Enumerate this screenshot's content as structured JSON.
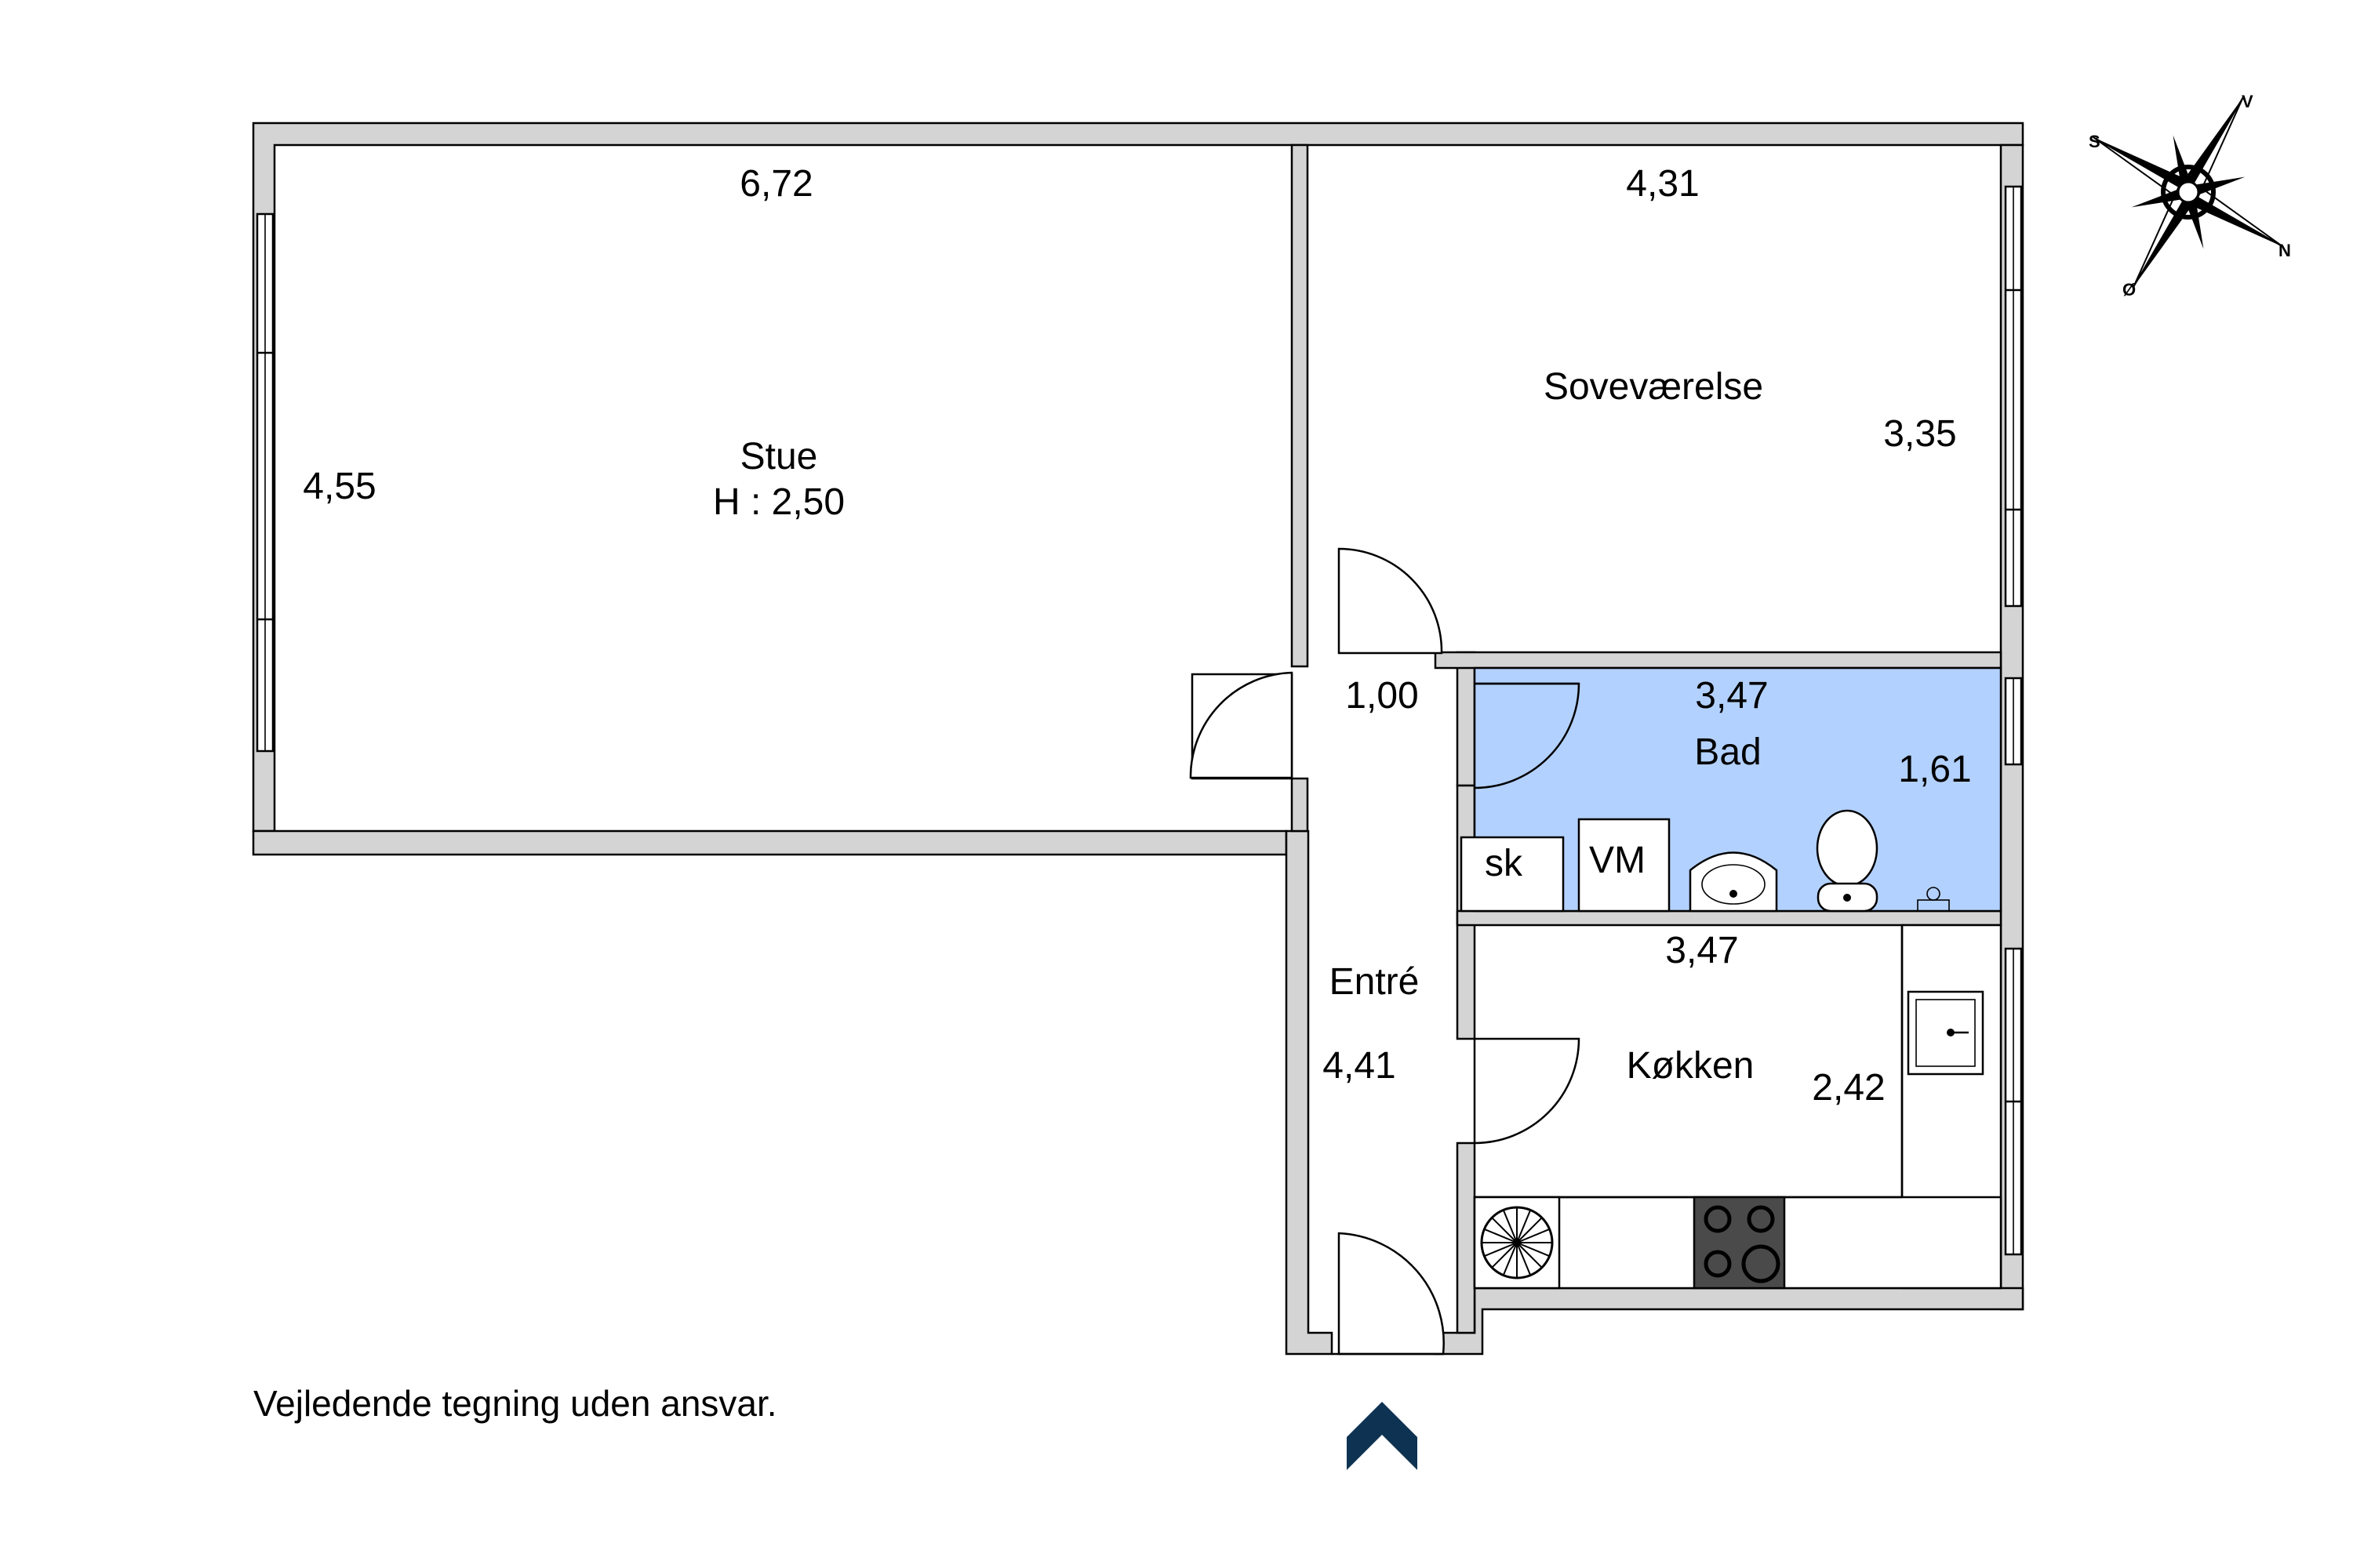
{
  "rooms": {
    "stue": {
      "name": "Stue",
      "height": "H : 2,50",
      "width_dim": "6,72",
      "depth_dim": "4,55"
    },
    "sovevaerelse": {
      "name": "Soveværelse",
      "width_dim": "4,31",
      "depth_dim": "3,35"
    },
    "bad": {
      "name": "Bad",
      "width_dim": "3,47",
      "depth_dim": "1,61",
      "color": "#b3d1ff"
    },
    "entre": {
      "name": "Entré",
      "door_dim": "1,00",
      "depth_dim": "4,41"
    },
    "koekken": {
      "name": "Køkken",
      "width_dim": "3,47",
      "depth_dim": "2,42"
    }
  },
  "fixtures": {
    "skab": "sk",
    "vaskemaskine": "VM"
  },
  "compass": {
    "north": "N",
    "south": "S",
    "east": "Ø",
    "west": "V"
  },
  "entrance_marker": {
    "color": "#0e3252"
  },
  "disclaimer": "Vejledende tegning uden ansvar."
}
